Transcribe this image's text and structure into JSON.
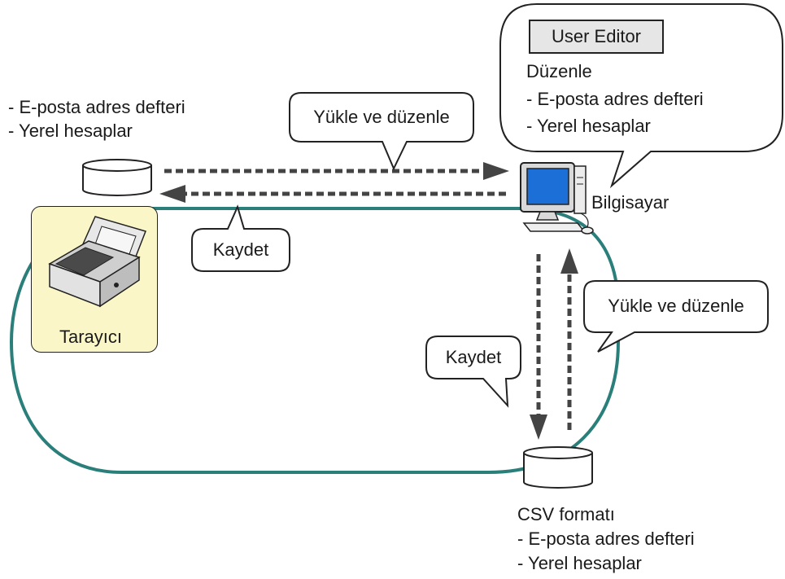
{
  "left_db": {
    "lines": [
      "- E-posta adres defteri",
      "- Yerel hesaplar"
    ]
  },
  "bubbles": {
    "top_load": "Yükle ve düzenle",
    "save_left": "Kaydet",
    "right_load": "Yükle ve düzenle",
    "save_bottom": "Kaydet"
  },
  "editor": {
    "button_label": "User Editor",
    "title": "Düzenle",
    "lines": [
      "- E-posta adres defteri",
      "- Yerel hesaplar"
    ]
  },
  "computer": {
    "label": "Bilgisayar"
  },
  "scanner": {
    "label": "Tarayıcı"
  },
  "csv": {
    "title": "CSV formatı",
    "lines": [
      "- E-posta adres defteri",
      "- Yerel hesaplar"
    ]
  },
  "colors": {
    "loop": "#2b7f7a",
    "arrow": "#444444",
    "scanner_bg": "#fbf6c8",
    "button_bg": "#e6e6e6"
  }
}
